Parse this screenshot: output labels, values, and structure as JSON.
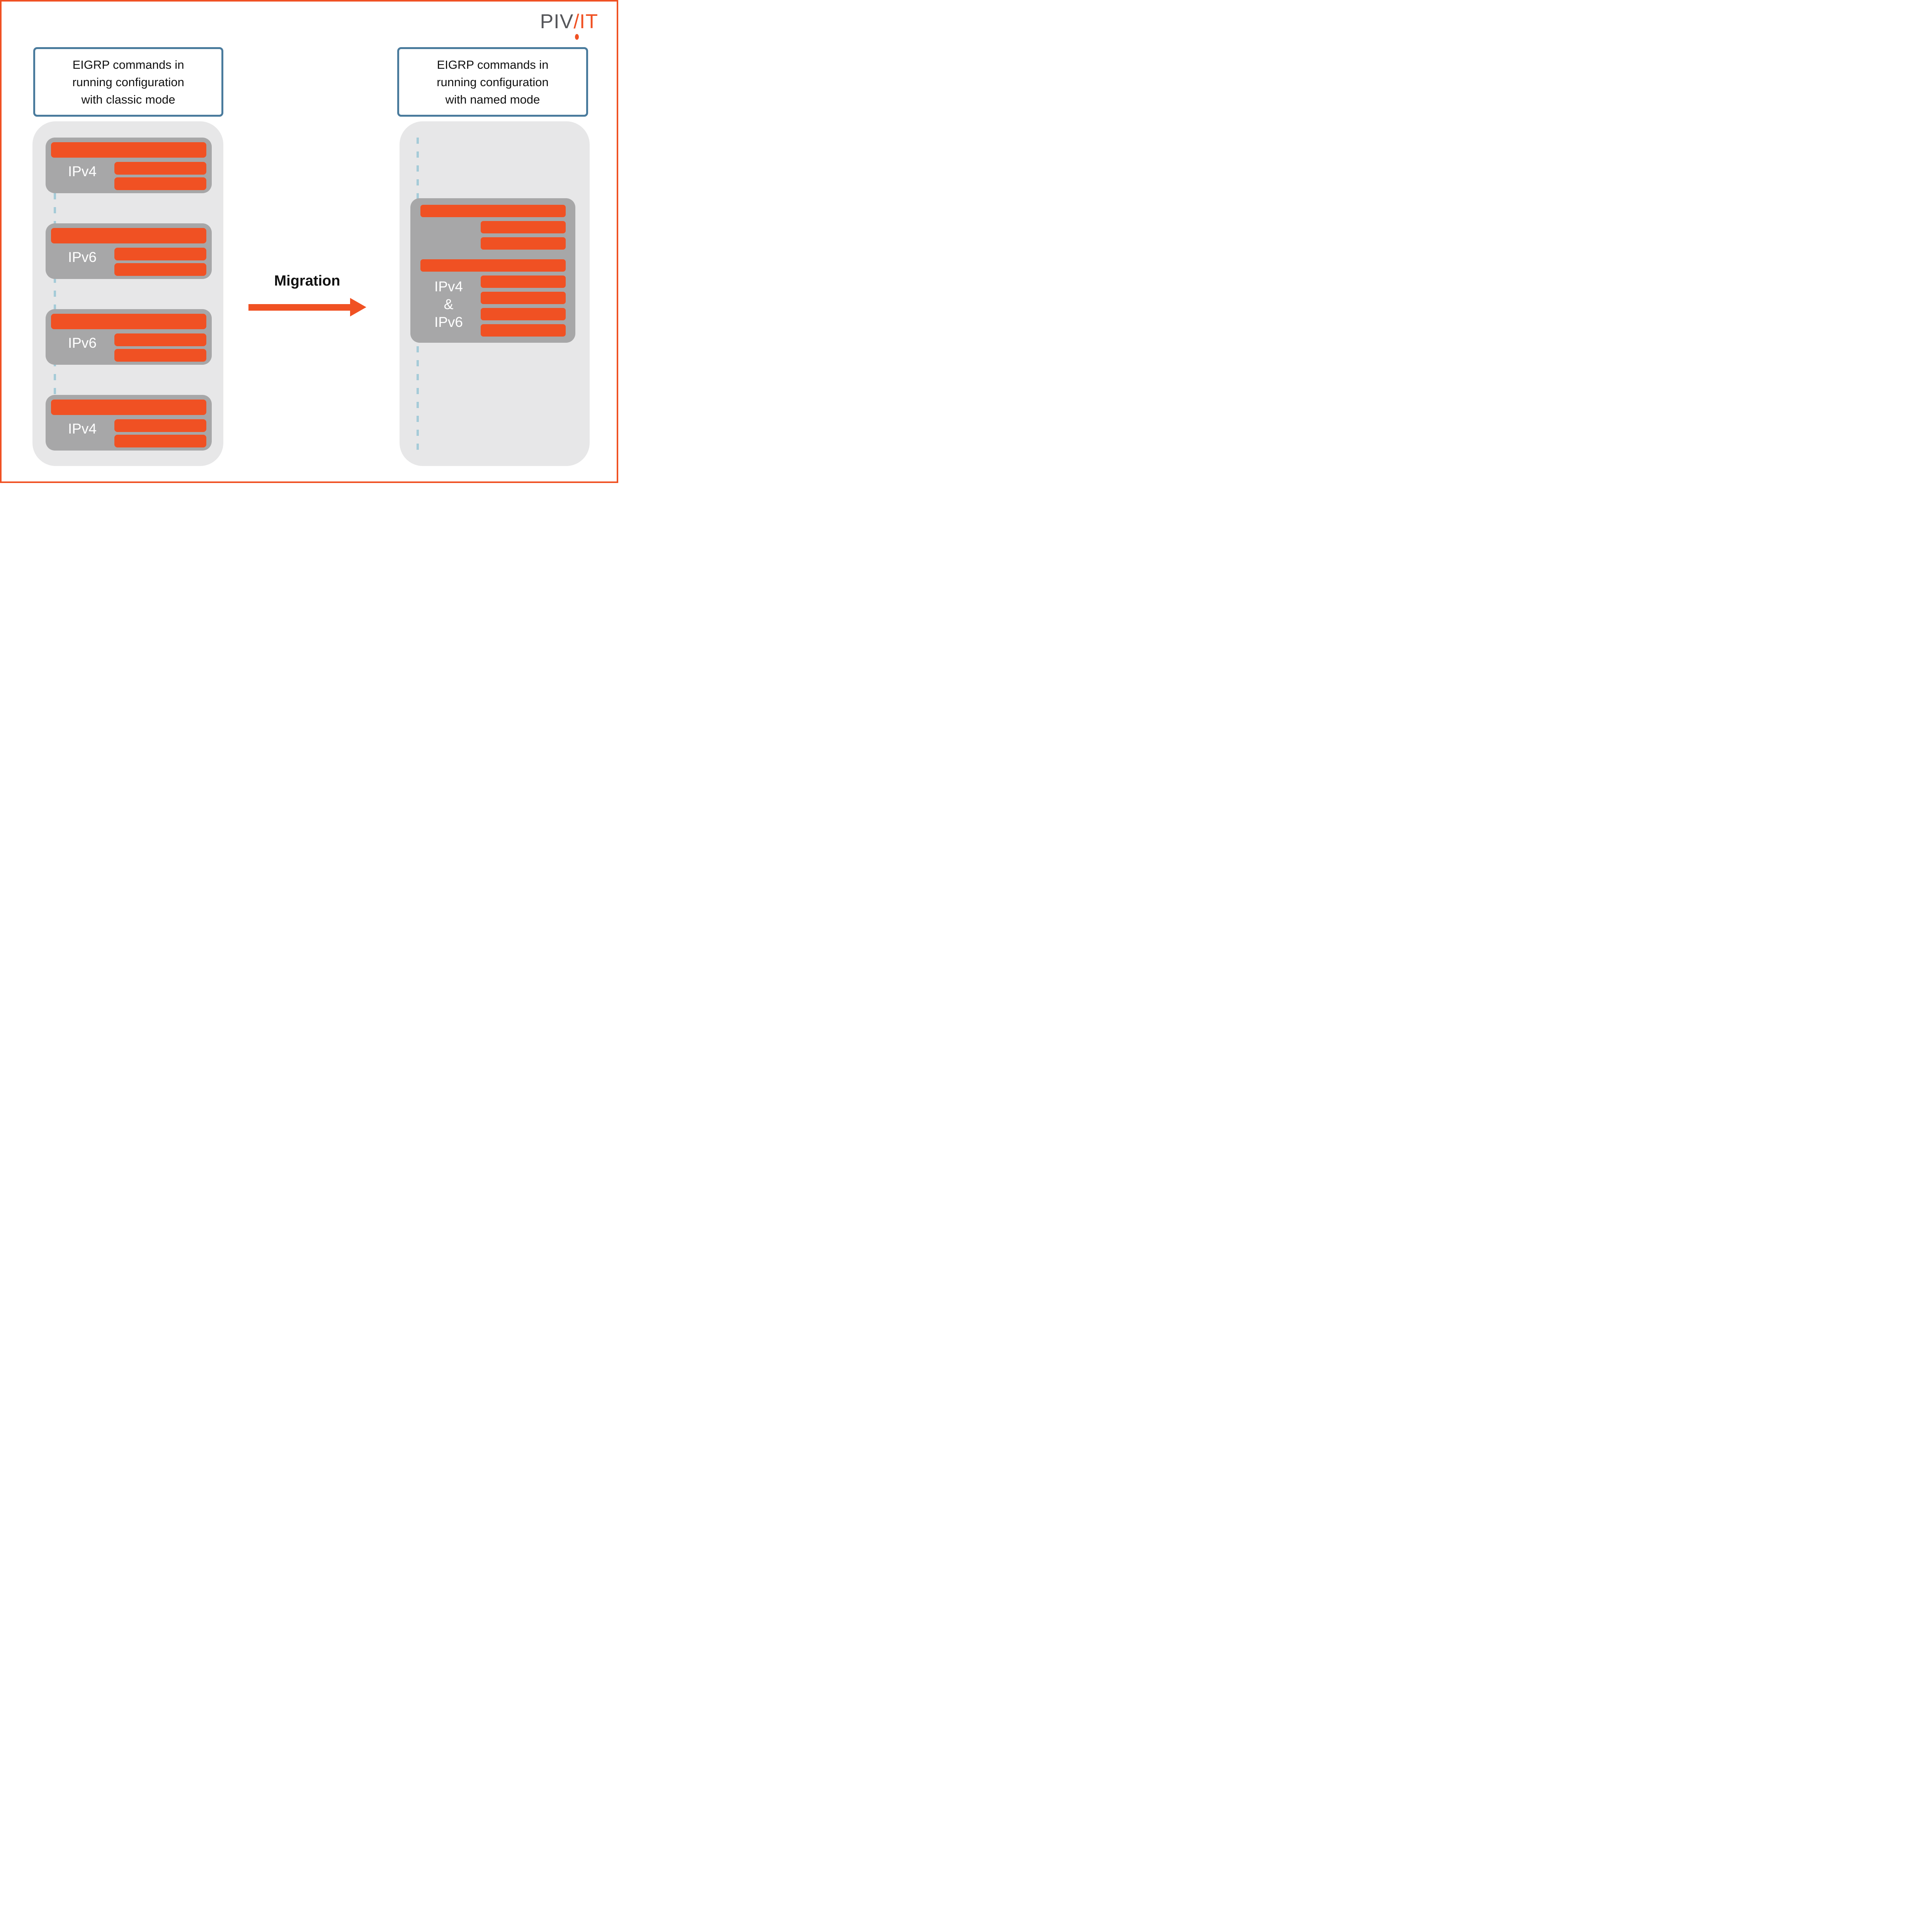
{
  "logo": {
    "gray": "PIV",
    "slash": "/",
    "orange": "IT"
  },
  "titles": {
    "left_lines": [
      "EIGRP commands in",
      "running configuration",
      "with classic mode"
    ],
    "right_lines": [
      "EIGRP commands in",
      "running configuration",
      "with named mode"
    ]
  },
  "migration": {
    "label": "Migration"
  },
  "left_panel": {
    "blocks": [
      {
        "label": "IPv4"
      },
      {
        "label": "IPv6"
      },
      {
        "label": "IPv6"
      },
      {
        "label": "IPv4"
      }
    ]
  },
  "right_panel": {
    "block": {
      "label_lines": [
        "IPv4",
        "&",
        "IPv6"
      ]
    }
  },
  "colors": {
    "orange": "#F05123",
    "block_gray": "#A7A7A8",
    "panel_gray": "#E7E7E8",
    "dash_blue": "#A5CBD8",
    "title_border": "#4A7B9D",
    "logo_gray": "#55565A"
  }
}
